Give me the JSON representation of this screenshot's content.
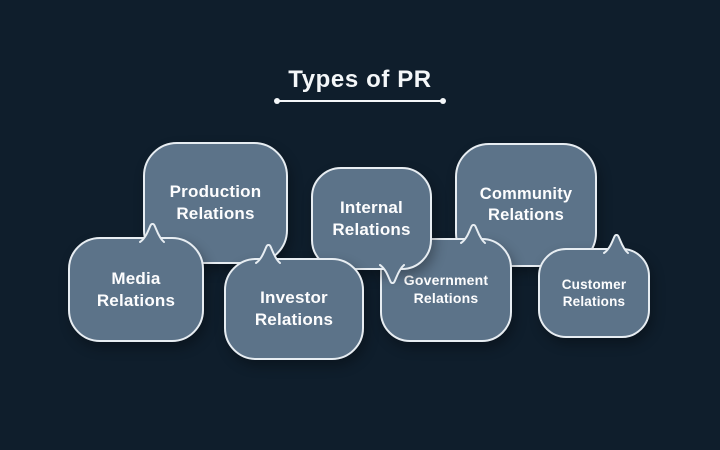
{
  "title": {
    "text": "Types of PR"
  },
  "bubbles": {
    "production": {
      "line1": "Production",
      "line2": "Relations"
    },
    "media": {
      "line1": "Media",
      "line2": "Relations"
    },
    "internal": {
      "line1": "Internal",
      "line2": "Relations"
    },
    "investor": {
      "line1": "Investor",
      "line2": "Relations"
    },
    "government": {
      "line1": "Government",
      "line2": "Relations"
    },
    "community": {
      "line1": "Community",
      "line2": "Relations"
    },
    "customer": {
      "line1": "Customer",
      "line2": "Relations"
    }
  },
  "colors": {
    "background": "#0f1e2c",
    "bubble_fill": "#5c7389",
    "bubble_border": "#e7edf2",
    "bubble_text": "#fdfdfe",
    "title_text": "#f4f7f9"
  }
}
